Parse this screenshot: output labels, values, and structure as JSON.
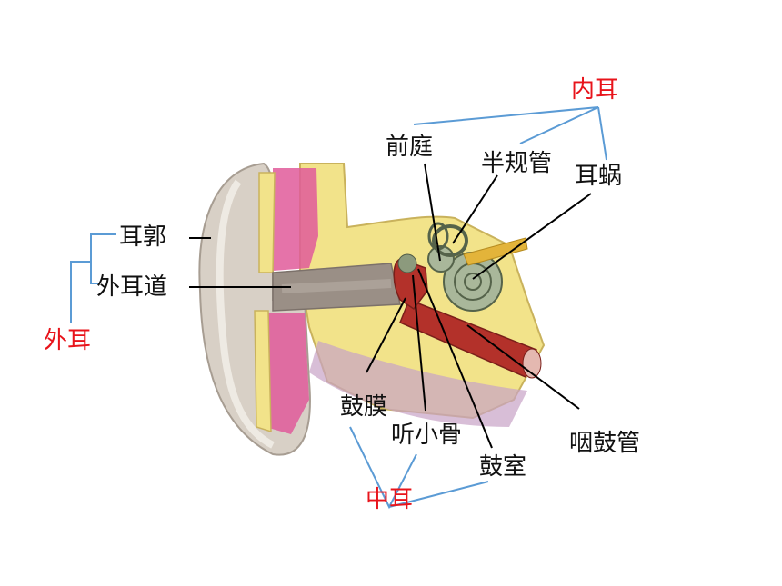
{
  "colors": {
    "group_label": "#e8141b",
    "bracket_line": "#5b9bd5",
    "leader_line": "#000000",
    "cartilage": "#f2e38a",
    "tissue_pink": "#e05a9a",
    "skin": "#d9d2c8",
    "bone_red": "#b3312a"
  },
  "groups": {
    "outer_ear": "外耳",
    "middle_ear": "中耳",
    "inner_ear": "内耳"
  },
  "labels": {
    "auricle": "耳郭",
    "ear_canal": "外耳道",
    "vestibule": "前庭",
    "semicircular_canals": "半规管",
    "cochlea": "耳蜗",
    "eardrum": "鼓膜",
    "ossicles": "听小骨",
    "tympanic_cavity": "鼓室",
    "eustachian_tube": "咽鼓管"
  }
}
